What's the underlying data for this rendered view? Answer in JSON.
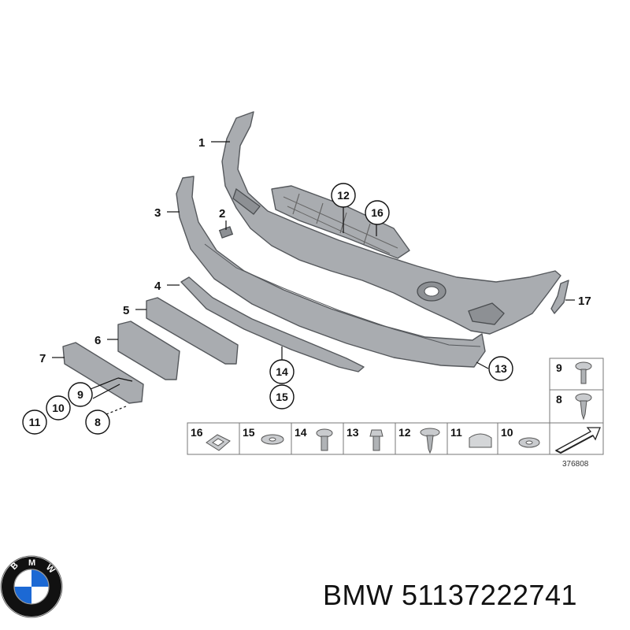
{
  "callouts": {
    "c1": "1",
    "c2": "2",
    "c3": "3",
    "c4": "4",
    "c5": "5",
    "c6": "6",
    "c7": "7",
    "c8": "8",
    "c9": "9",
    "c10": "10",
    "c11": "11",
    "c12": "12",
    "c13": "13",
    "c14": "14",
    "c15": "15",
    "c16": "16",
    "c17": "17"
  },
  "legend": {
    "bottom_row": [
      "16",
      "15",
      "14",
      "13",
      "12",
      "11",
      "10"
    ],
    "right_column": [
      "9",
      "8"
    ]
  },
  "reference_number": "376808",
  "brand": {
    "name": "BMW",
    "part_number": "51137222741",
    "logo_letters": "BMW",
    "logo_colors": {
      "blue": "#1c69d4",
      "white": "#ffffff",
      "ring": "#111111"
    }
  }
}
